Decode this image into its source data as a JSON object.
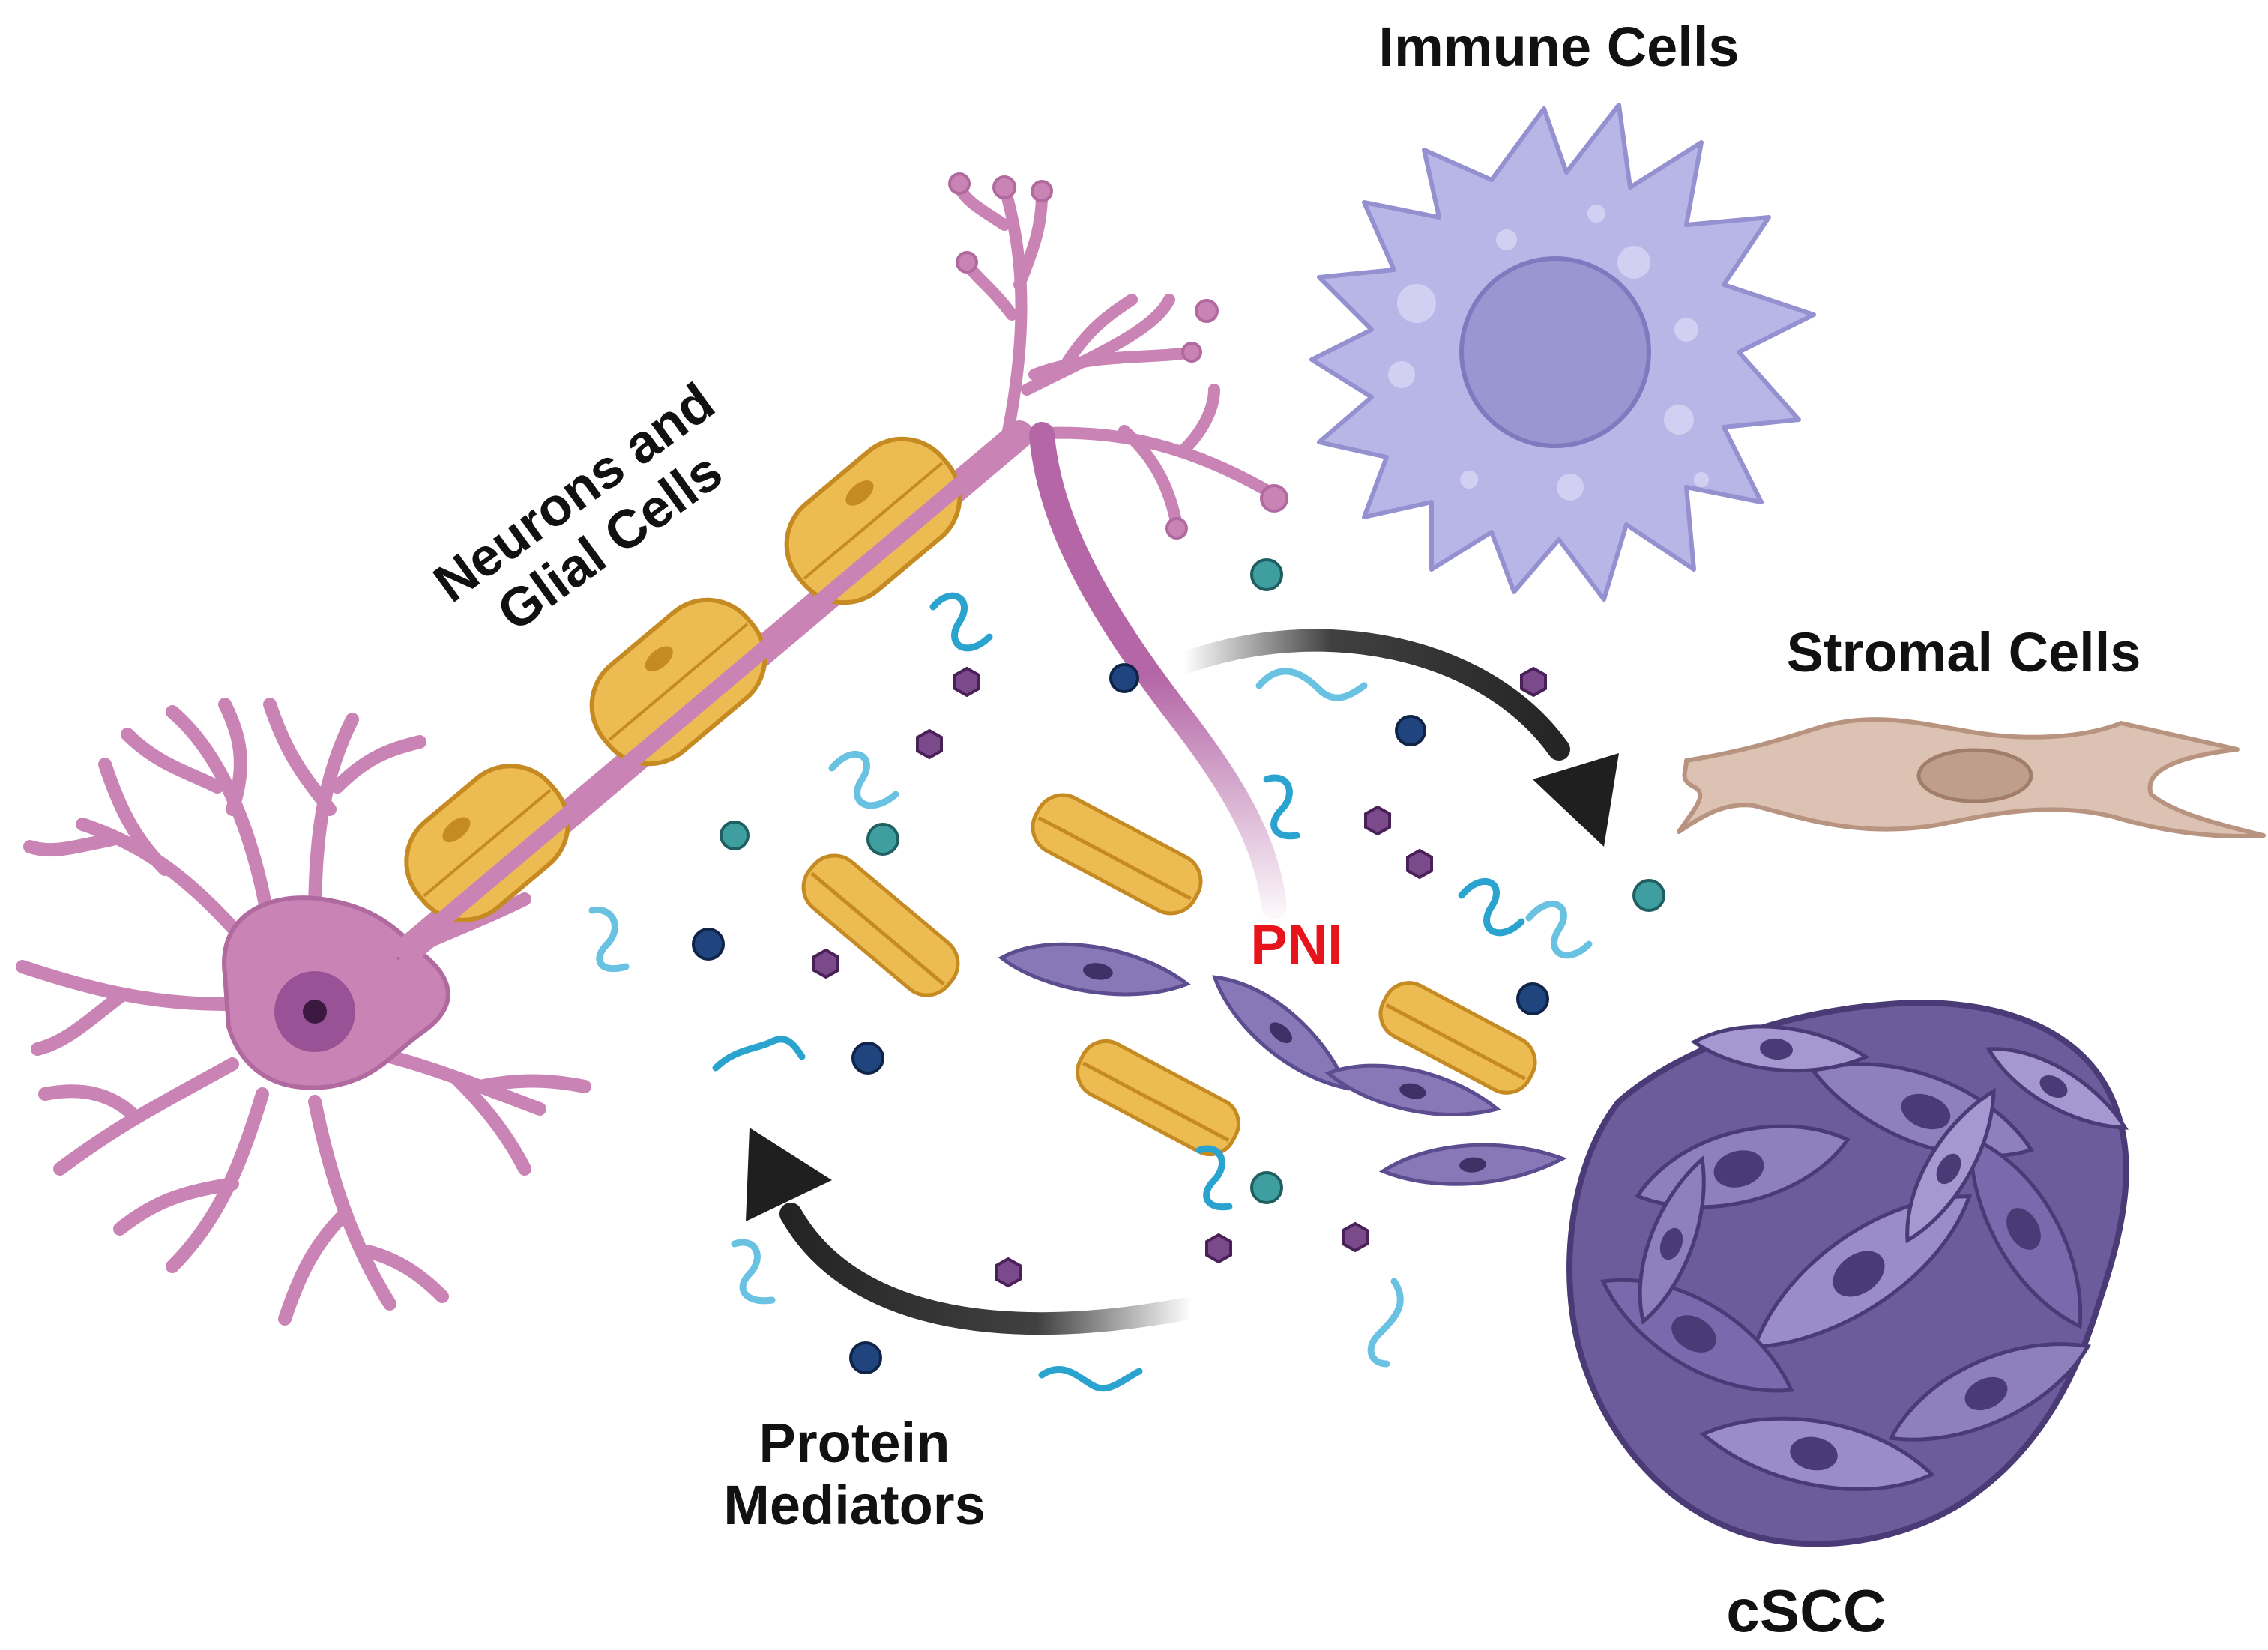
{
  "labels": {
    "immune": "Immune Cells",
    "stromal": "Stromal Cells",
    "neurons_line1": "Neurons and",
    "neurons_line2": "Glial Cells",
    "protein_line1": "Protein",
    "protein_line2": "Mediators",
    "pni": "PNI",
    "cscc": "cSCC"
  },
  "colors": {
    "neuron": "#c984b5",
    "neuron_stroke": "#a85a98",
    "neuron_nucleus": "#9a5296",
    "myelin": "#ecbc52",
    "myelin_dark": "#c68a22",
    "immune": "#b8b6e6",
    "immune_nucleus": "#9a96d2",
    "stromal": "#dcc2b2",
    "stromal_nucleus": "#bf9f8c",
    "tumor": "#6d5c9c",
    "tumor_light": "#8e80bd",
    "tumor_dark": "#4a3b76",
    "spindle": "#8878b8",
    "pni_text": "#e8141c",
    "arrow": "#1f1f1f",
    "mediator_blue": "#2aa4cf",
    "mediator_teal": "#3f9ea0",
    "mediator_navy": "#20457e",
    "mediator_purple": "#7a4a8a"
  }
}
